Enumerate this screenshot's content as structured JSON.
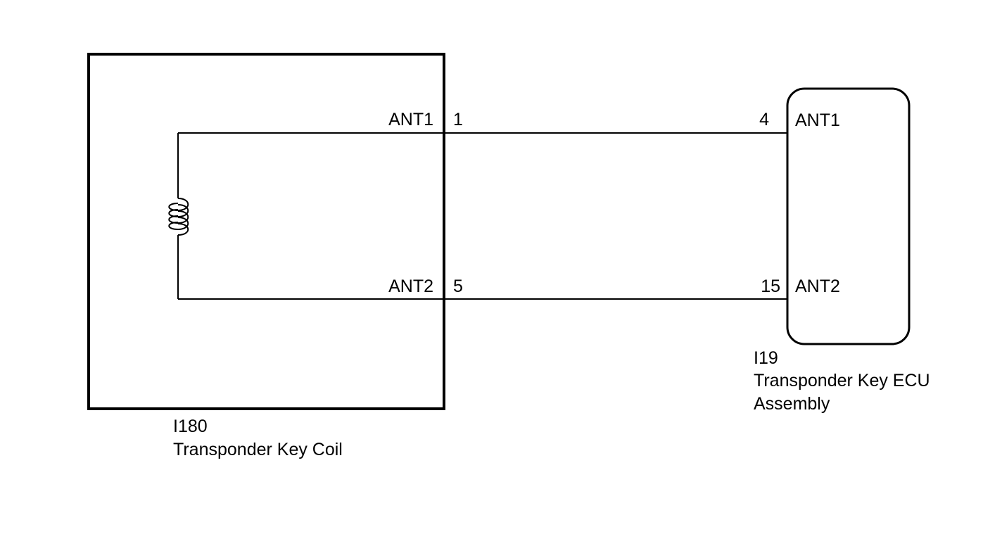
{
  "components": {
    "coil_unit": {
      "id": "I180",
      "name": "Transponder Key Coil",
      "pins": [
        {
          "label": "ANT1",
          "number": "1"
        },
        {
          "label": "ANT2",
          "number": "5"
        }
      ]
    },
    "ecu_unit": {
      "id": "I19",
      "name_line1": "Transponder Key ECU",
      "name_line2": "Assembly",
      "pins": [
        {
          "label": "ANT1",
          "number": "4"
        },
        {
          "label": "ANT2",
          "number": "15"
        }
      ]
    }
  },
  "icons": {
    "coil_symbol": "inductor-coil-icon"
  },
  "colors": {
    "line": "#000000",
    "background": "#ffffff"
  }
}
